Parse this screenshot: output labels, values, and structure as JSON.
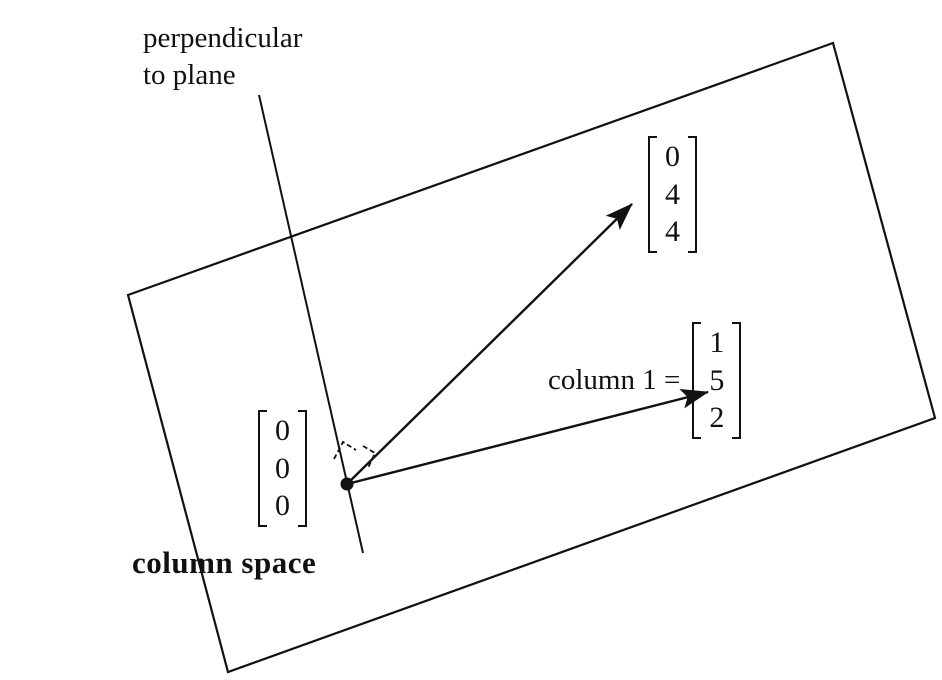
{
  "labels": {
    "perpendicular_line1": "perpendicular",
    "perpendicular_line2": "to plane",
    "column1_prefix": "column 1 =",
    "column_space": "column space"
  },
  "matrices": {
    "origin": [
      "0",
      "0",
      "0"
    ],
    "vector_a": [
      "0",
      "4",
      "4"
    ],
    "column1": [
      "1",
      "5",
      "2"
    ]
  },
  "colors": {
    "ink": "#111111",
    "background": "#ffffff"
  }
}
